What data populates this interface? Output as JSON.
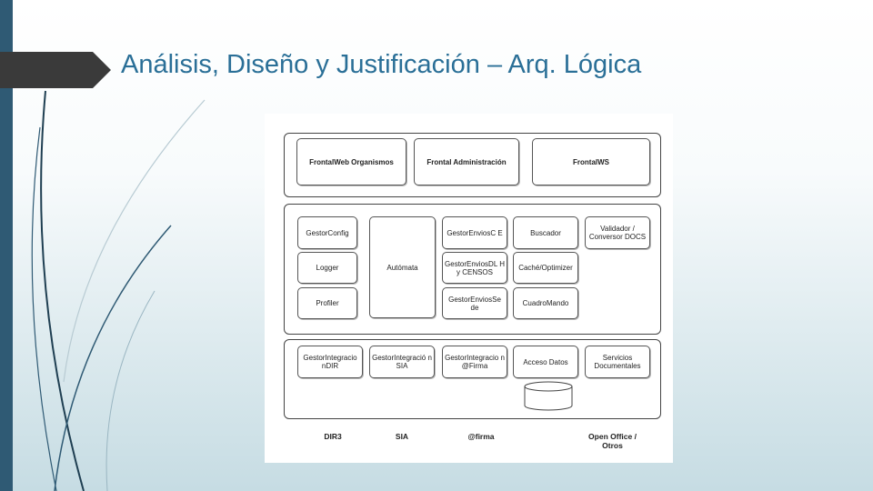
{
  "slide": {
    "title": "Análisis, Diseño y Justificación – Arq. Lógica"
  },
  "theme": {
    "left_bar_color": "#2f5a74",
    "title_color": "#2a6f97",
    "background_bottom": "#c8dde4"
  },
  "diagram": {
    "front": [
      "FrontalWeb Organismos",
      "Frontal Administración",
      "FrontalWS"
    ],
    "middle": {
      "gestor_config": "GestorConfig",
      "logger": "Logger",
      "profiler": "Profiler",
      "automata": "Autómata",
      "gestor_envios_ce": "GestorEnviosC E",
      "gestor_envios_dl": "GestorEnviosDL H y CENSOS",
      "gestor_envios_sede": "GestorEnviosSe de",
      "buscador": "Buscador",
      "cache": "Caché/Optimizer",
      "cuadro_mando": "CuadroMando",
      "validador": "Validador / Conversor DOCS"
    },
    "bottom": {
      "dir": "GestorIntegracio nDIR",
      "sia": "GestorIntegració n SIA",
      "firma": "GestorIntegracio n @Firma",
      "acceso_datos": "Acceso Datos",
      "servicios_doc": "Servicios Documentales"
    },
    "external": [
      "DIR3",
      "SIA",
      "@firma",
      "Open Office / Otros"
    ]
  }
}
